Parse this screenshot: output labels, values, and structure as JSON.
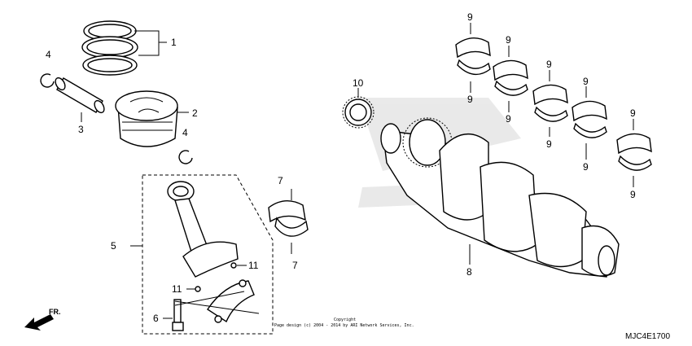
{
  "diagram": {
    "callouts": {
      "c1": "1",
      "c2": "2",
      "c3": "3",
      "c4a": "4",
      "c4b": "4",
      "c5": "5",
      "c6": "6",
      "c7a": "7",
      "c7b": "7",
      "c8": "8",
      "c9a": "9",
      "c9b": "9",
      "c9c": "9",
      "c9d": "9",
      "c9e": "9",
      "c9f": "9",
      "c9g": "9",
      "c9h": "9",
      "c9i": "9",
      "c9j": "9",
      "c10": "10",
      "c11a": "11",
      "c11b": "11"
    },
    "direction_label": "FR.",
    "copyright_title": "Copyright",
    "copyright_line": "Page design (c) 2004 - 2014 by ARI Network Services, Inc.",
    "diagram_code": "MJC4E1700"
  }
}
